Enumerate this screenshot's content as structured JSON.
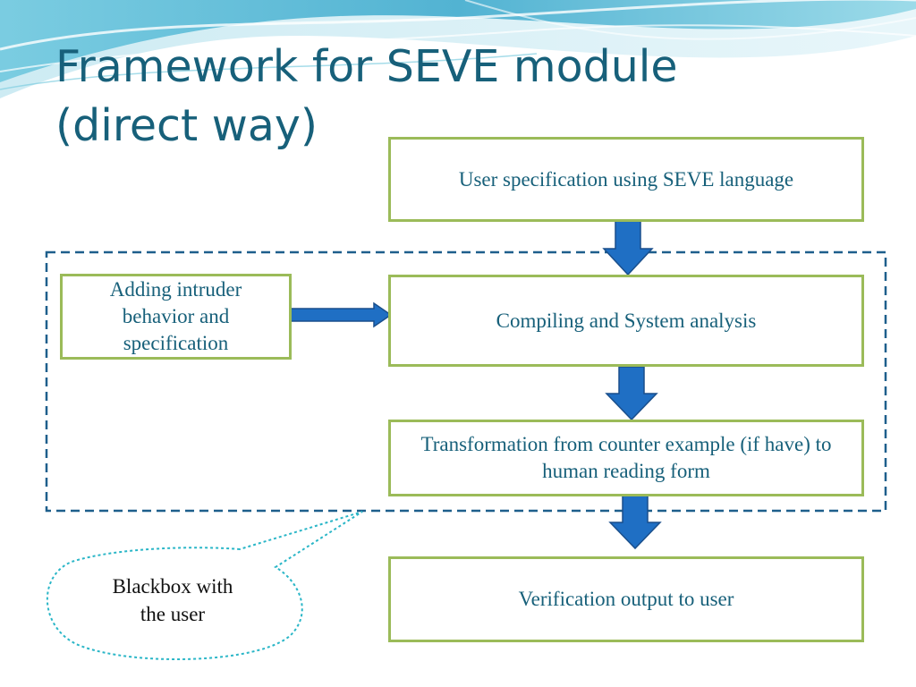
{
  "slide": {
    "title_line1": "Framework for SEVE module",
    "title_line2": "(direct way)"
  },
  "boxes": {
    "user_spec": "User specification using SEVE language",
    "compiling": "Compiling and System analysis",
    "transformation": "Transformation from counter example (if have) to human reading form",
    "verification": "Verification output to user",
    "intruder": "Adding intruder behavior and specification"
  },
  "callout": {
    "text_line1": "Blackbox with",
    "text_line2": "the user"
  },
  "colors": {
    "title": "#17607a",
    "box_border": "#9bbb59",
    "arrow_fill": "#1f6fc4",
    "dashed_border": "#1e5f8c",
    "callout_border": "#2ab6c7"
  }
}
